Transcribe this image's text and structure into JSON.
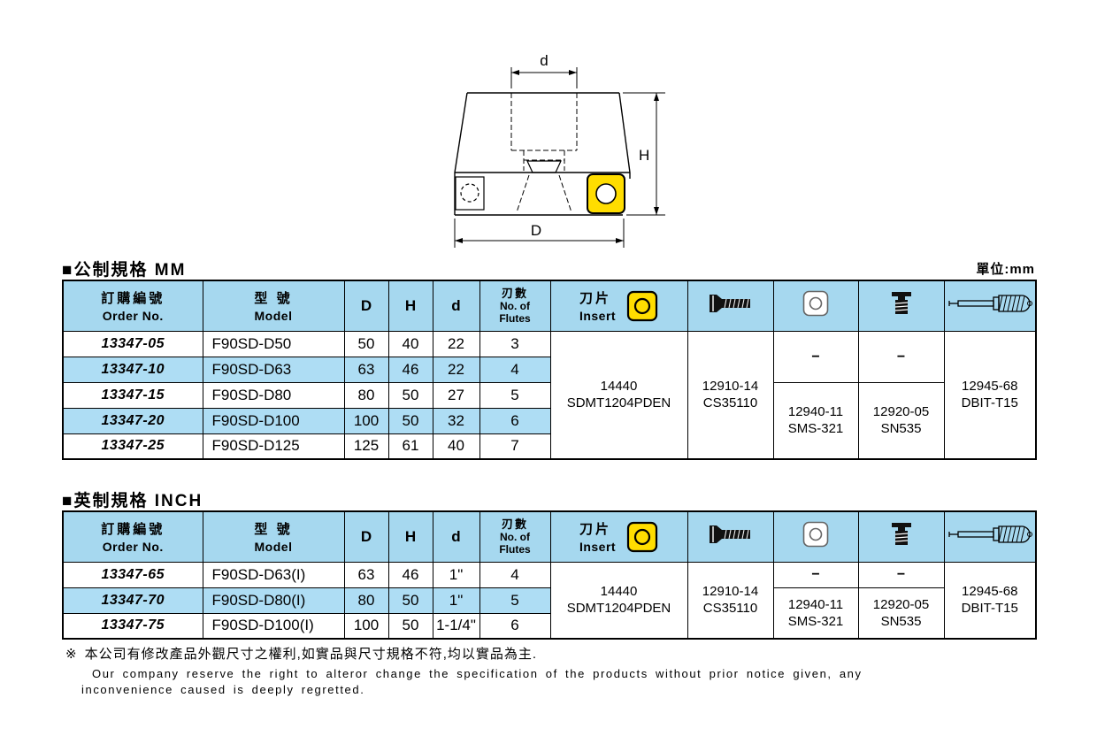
{
  "unit_label": "單位:mm",
  "drawing": {
    "dim_d": "d",
    "dim_h": "H",
    "dim_big_d": "D"
  },
  "headers": {
    "order_zh": "訂購編號",
    "order_en": "Order No.",
    "model_zh": "型 號",
    "model_en": "Model",
    "col_D": "D",
    "col_H": "H",
    "col_d": "d",
    "flutes_zh": "刃數",
    "flutes_en_1": "No. of",
    "flutes_en_2": "Flutes",
    "insert_zh": "刀片",
    "insert_en": "Insert",
    "icons": {
      "insert": "insert-icon",
      "screw": "screw-icon",
      "shim": "shim-icon",
      "clamp_screw": "clamp-screw-icon",
      "driver": "driver-icon"
    }
  },
  "metric": {
    "title": "■公制規格 MM",
    "rows": [
      {
        "order": "13347-05",
        "model": "F90SD-D50",
        "D": "50",
        "H": "40",
        "d": "22",
        "flutes": "3"
      },
      {
        "order": "13347-10",
        "model": "F90SD-D63",
        "D": "63",
        "H": "46",
        "d": "22",
        "flutes": "4"
      },
      {
        "order": "13347-15",
        "model": "F90SD-D80",
        "D": "80",
        "H": "50",
        "d": "27",
        "flutes": "5"
      },
      {
        "order": "13347-20",
        "model": "F90SD-D100",
        "D": "100",
        "H": "50",
        "d": "32",
        "flutes": "6"
      },
      {
        "order": "13347-25",
        "model": "F90SD-D125",
        "D": "125",
        "H": "61",
        "d": "40",
        "flutes": "7"
      }
    ],
    "insert_no": "14440",
    "insert_model": "SDMT1204PDEN",
    "screw_no": "12910-14",
    "screw_model": "CS35110",
    "shim_dash": "−",
    "clamp_dash": "−",
    "shim_no": "12940-11",
    "shim_model": "SMS-321",
    "clamp_no": "12920-05",
    "clamp_model": "SN535",
    "driver_no": "12945-68",
    "driver_model": "DBIT-T15"
  },
  "inch": {
    "title": "■英制規格 INCH",
    "rows": [
      {
        "order": "13347-65",
        "model": "F90SD-D63(I)",
        "D": "63",
        "H": "46",
        "d": "1\"",
        "flutes": "4"
      },
      {
        "order": "13347-70",
        "model": "F90SD-D80(I)",
        "D": "80",
        "H": "50",
        "d": "1\"",
        "flutes": "5"
      },
      {
        "order": "13347-75",
        "model": "F90SD-D100(I)",
        "D": "100",
        "H": "50",
        "d": "1-1/4\"",
        "flutes": "6"
      }
    ],
    "insert_no": "14440",
    "insert_model": "SDMT1204PDEN",
    "screw_no": "12910-14",
    "screw_model": "CS35110",
    "shim_dash": "−",
    "clamp_dash": "−",
    "shim_no": "12940-11",
    "shim_model": "SMS-321",
    "clamp_no": "12920-05",
    "clamp_model": "SN535",
    "driver_no": "12945-68",
    "driver_model": "DBIT-T15"
  },
  "footer": {
    "mark": "※",
    "line_zh": "本公司有修改產品外觀尺寸之權利,如實品與尺寸規格不符,均以實品為主.",
    "line_en_1": "Our company reserve the right to alteror change the specification of the products without prior notice given, any",
    "line_en_2": "inconvenience caused is deeply regretted."
  }
}
